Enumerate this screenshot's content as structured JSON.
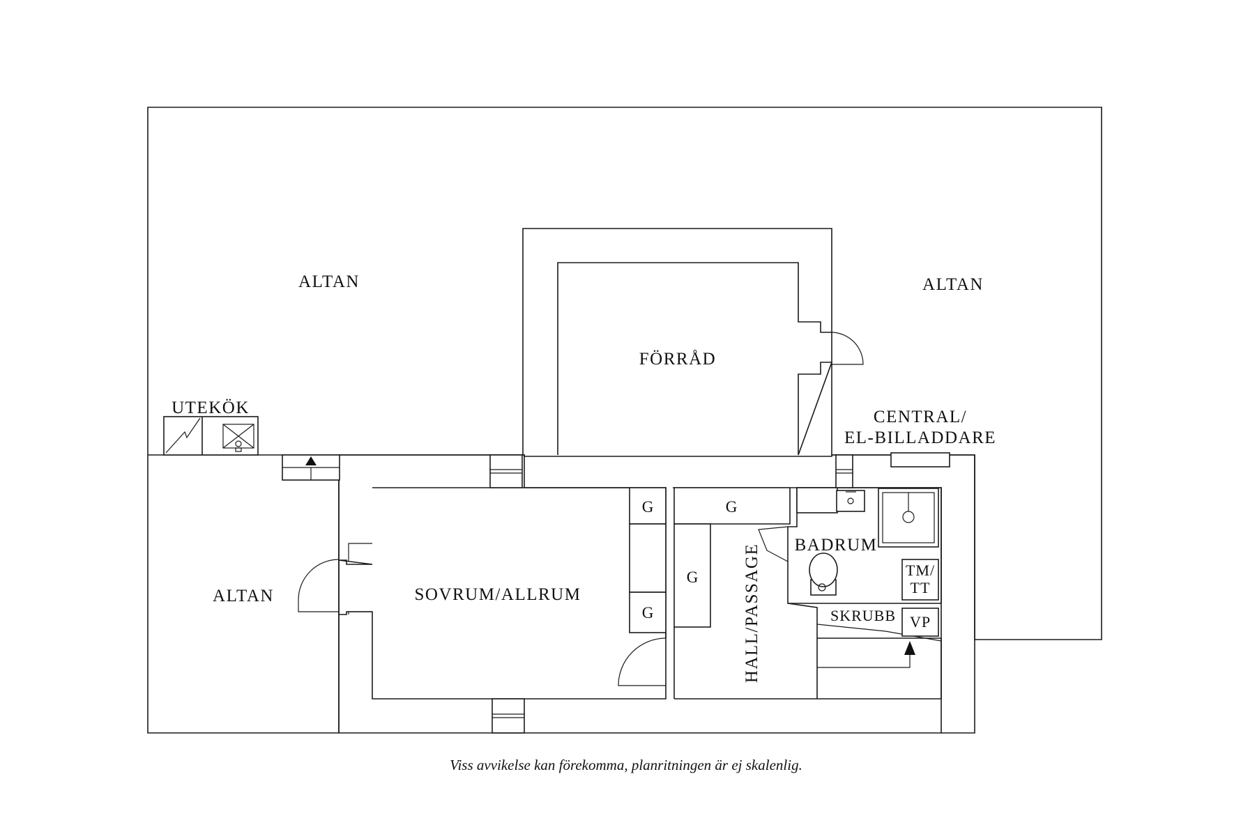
{
  "labels": {
    "altan_top_left": "ALTAN",
    "altan_right": "ALTAN",
    "altan_bottom_left": "ALTAN",
    "forrad": "FÖRRÅD",
    "utekok": "UTEKÖK",
    "central_line1": "CENTRAL/",
    "central_line2": "EL-BILLADDARE",
    "sovrum": "SOVRUM/ALLRUM",
    "hall": "HALL/PASSAGE",
    "badrum": "BADRUM",
    "skrubb": "SKRUBB",
    "vp": "VP",
    "tm_line1": "TM/",
    "tm_line2": "TT",
    "g1": "G",
    "g2": "G",
    "g3": "G",
    "g4": "G"
  },
  "footnote": "Viss avvikelse kan förekomma, planritningen är ej skalenlig.",
  "colors": {
    "line": "#1a1a1a",
    "text": "#111111",
    "background": "#ffffff"
  },
  "icons": [
    "stove-icon",
    "sink-icon",
    "shower-icon",
    "toilet-icon",
    "entrance-arrow-icon"
  ]
}
